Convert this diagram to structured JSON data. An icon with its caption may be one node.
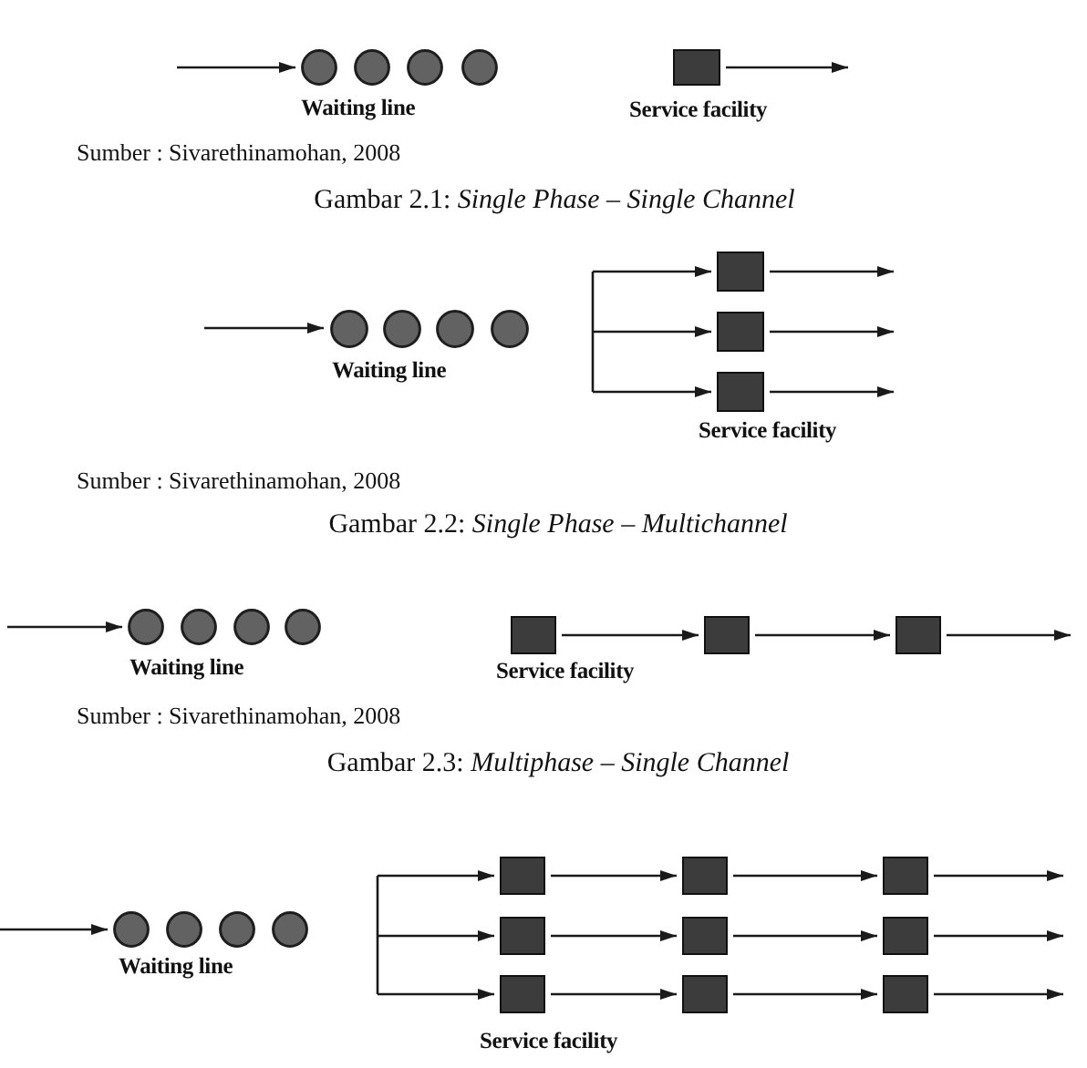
{
  "diagram": {
    "nodes": [
      {
        "text": [],
        "shape": "circle"
      },
      {
        "text": [],
        "shape": "circle"
      },
      {
        "text": [],
        "shape": "circle"
      },
      {
        "text": [],
        "shape": "circle"
      },
      {
        "text": [],
        "shape": "box"
      },
      {
        "text": [],
        "shape": "circle"
      },
      {
        "text": [],
        "shape": "circle"
      },
      {
        "text": [],
        "shape": "circle"
      },
      {
        "text": [],
        "shape": "circle"
      },
      {
        "text": [],
        "shape": "box"
      },
      {
        "text": [],
        "shape": "box"
      },
      {
        "text": [],
        "shape": "box"
      },
      {
        "text": [],
        "shape": "circle"
      },
      {
        "text": [],
        "shape": "circle"
      },
      {
        "text": [],
        "shape": "circle"
      },
      {
        "text": [],
        "shape": "circle"
      },
      {
        "text": [],
        "shape": "box"
      },
      {
        "text": [],
        "shape": "box"
      },
      {
        "text": [],
        "shape": "box"
      },
      {
        "text": [],
        "shape": "circle"
      },
      {
        "text": [],
        "shape": "circle"
      },
      {
        "text": [],
        "shape": "circle"
      },
      {
        "text": [],
        "shape": "circle"
      },
      {
        "text": [],
        "shape": "box"
      },
      {
        "text": [],
        "shape": "box"
      },
      {
        "text": [],
        "shape": "box"
      },
      {
        "text": [],
        "shape": "box"
      },
      {
        "text": [],
        "shape": "box"
      },
      {
        "text": [],
        "shape": "box"
      },
      {
        "text": [],
        "shape": "box"
      },
      {
        "text": [],
        "shape": "box"
      },
      {
        "text": [],
        "shape": "box"
      }
    ],
    "edges": [
      {
        "from": null,
        "to": 0,
        "arrow": "to"
      },
      {
        "from": 4,
        "to": null,
        "arrow": "to"
      },
      {
        "from": null,
        "to": 5,
        "arrow": "to"
      },
      {
        "from": null,
        "to": 9,
        "arrow": "to"
      },
      {
        "from": null,
        "to": 10,
        "arrow": "to"
      },
      {
        "from": null,
        "to": 11,
        "arrow": "to"
      },
      {
        "from": 9,
        "to": null,
        "arrow": "to"
      },
      {
        "from": 10,
        "to": null,
        "arrow": "to"
      },
      {
        "from": 11,
        "to": null,
        "arrow": "to"
      },
      {
        "from": null,
        "to": 12,
        "arrow": "to"
      },
      {
        "from": 16,
        "to": 17,
        "arrow": "to"
      },
      {
        "from": 17,
        "to": 18,
        "arrow": "to"
      },
      {
        "from": 18,
        "to": null,
        "arrow": "to"
      },
      {
        "from": null,
        "to": 19,
        "arrow": "to"
      },
      {
        "from": null,
        "to": 23,
        "arrow": "to"
      },
      {
        "from": null,
        "to": 26,
        "arrow": "to"
      },
      {
        "from": null,
        "to": 29,
        "arrow": "to"
      },
      {
        "from": 23,
        "to": 24,
        "arrow": "to"
      },
      {
        "from": 24,
        "to": 25,
        "arrow": "to"
      },
      {
        "from": 25,
        "to": null,
        "arrow": "to"
      },
      {
        "from": 26,
        "to": 27,
        "arrow": "to"
      },
      {
        "from": 27,
        "to": 28,
        "arrow": "to"
      },
      {
        "from": 28,
        "to": null,
        "arrow": "to"
      },
      {
        "from": 29,
        "to": 30,
        "arrow": "to"
      },
      {
        "from": 30,
        "to": 31,
        "arrow": "to"
      },
      {
        "from": 31,
        "to": null,
        "arrow": "to"
      }
    ],
    "labels": [
      "Waiting line",
      "Service facility",
      "Sumber : Sivarethinamohan, 2008",
      "Gambar 2.1: *Single Phase – Single Channel*",
      "Waiting line",
      "Service facility",
      "Sumber : Sivarethinamohan, 2008",
      "Gambar 2.2: *Single Phase – Multichannel*",
      "Waiting line",
      "Service facility",
      "Sumber : Sivarethinamohan, 2008",
      "Gambar 2.3: *Multiphase – Single Channel*",
      "Waiting line",
      "Service facility"
    ]
  }
}
